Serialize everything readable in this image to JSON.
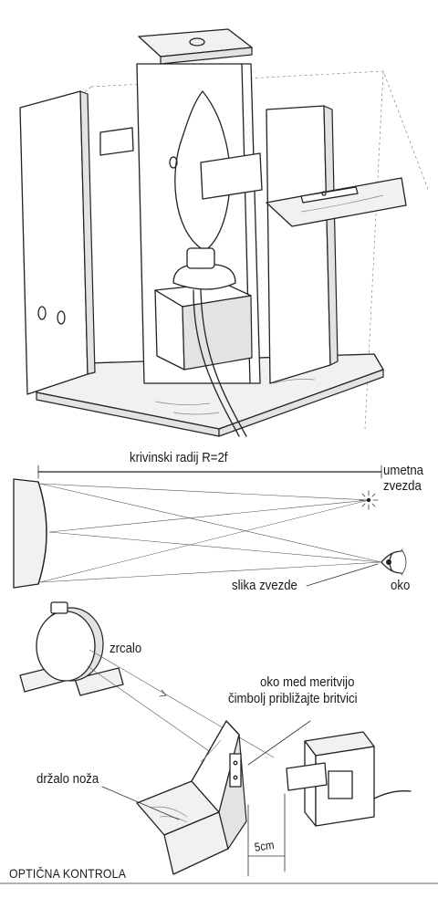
{
  "labels": {
    "radius": "krivinski radij R=2f",
    "artificial_star_line1": "umetna",
    "artificial_star_line2": "zvezda",
    "star_image": "slika zvezde",
    "eye": "oko",
    "mirror": "zrcalo",
    "eye_note_line1": "oko med meritvijo",
    "eye_note_line2": "čimbolj približajte britvici",
    "knife_holder": "držalo noža",
    "distance": "5cm",
    "caption": "OPTIČNA KONTROLA"
  }
}
